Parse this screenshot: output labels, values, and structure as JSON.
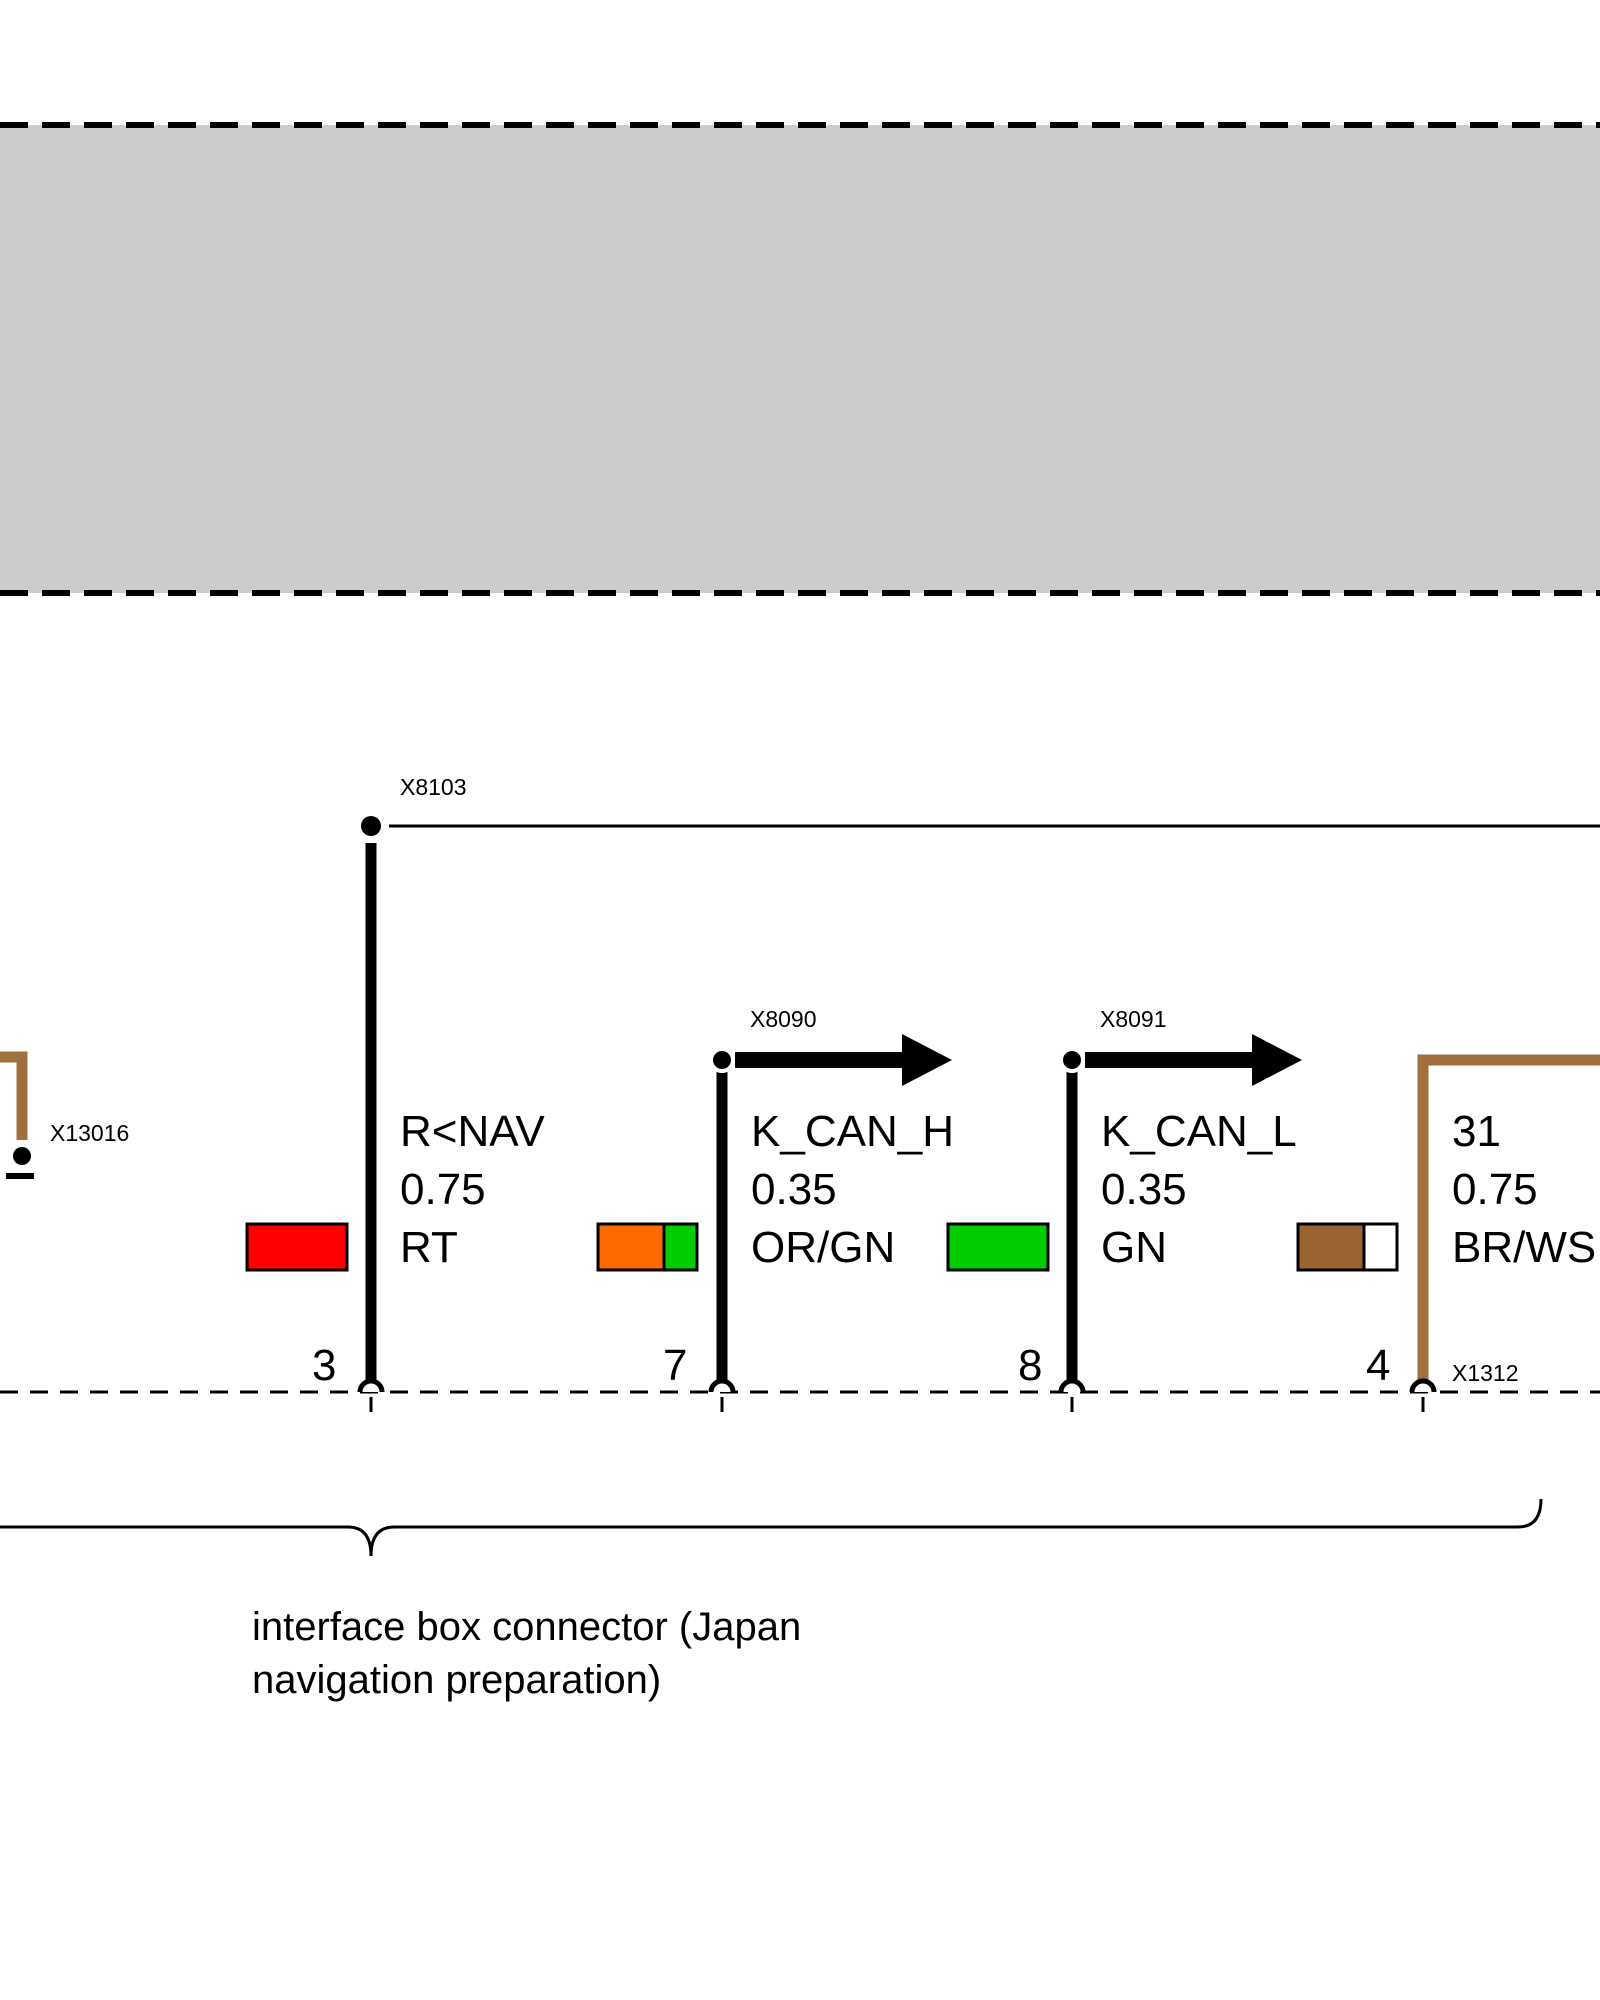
{
  "colors": {
    "module_fill": "#cccccc",
    "wire_black": "#000000",
    "wire_brown": "#a0703c",
    "swatch_red": "#ff0000",
    "swatch_orange": "#ff6a00",
    "swatch_green": "#00cc00",
    "swatch_brown": "#9a6432",
    "swatch_white": "#ffffff"
  },
  "left_stub": {
    "connector": "X13016"
  },
  "splice_top": {
    "connector": "X8103"
  },
  "wires": [
    {
      "pin": "3",
      "signal": "R<NAV",
      "cross_section": "0.75",
      "color_code": "RT",
      "swatch": [
        "red"
      ]
    },
    {
      "pin": "7",
      "signal": "K_CAN_H",
      "cross_section": "0.35",
      "color_code": "OR/GN",
      "swatch": [
        "orange",
        "green"
      ],
      "arrow_connector": "X8090"
    },
    {
      "pin": "8",
      "signal": "K_CAN_L",
      "cross_section": "0.35",
      "color_code": "GN",
      "swatch": [
        "green"
      ],
      "arrow_connector": "X8091"
    },
    {
      "pin": "4",
      "signal": "31",
      "cross_section": "0.75",
      "color_code": "BR/WS",
      "swatch": [
        "brown",
        "white"
      ],
      "pin_connector": "X1312"
    }
  ],
  "caption": {
    "line1": "interface box connector (Japan",
    "line2": "navigation preparation)"
  }
}
